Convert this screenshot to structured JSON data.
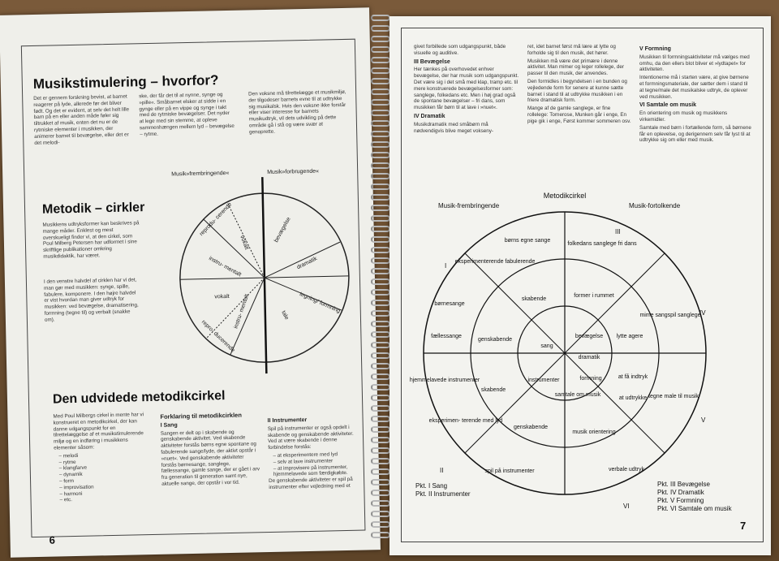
{
  "left_page": {
    "title_1": "Musikstimulering – hvorfor?",
    "intro_col1": "Det er gennem forskning bevist, at barnet reagerer på lyde, allerede før det bliver født. Og det er evident, at selv det helt lille barn på en eller anden måde føler sig tiltrukket af musik, enten det nu er de rytmiske elementer i musikken, der animerer barnet til bevægelse, eller det er det melodi-",
    "intro_col2": "ske, der får det til at nynne, synge og »pille«. Småbarnet elsker at sidde i en gynge eller på en vippe og synge i takt med de rytmiske bevægelser. Det nyder at lege med sin stemme, at opleve sammenhængen mellem lyd – bevægelse – rytme.",
    "intro_col3": "Den voksne må tilrettelægge et musikmiljø, der tilgodeser barnets evne til at udtrykke sig musikalsk. Hvis den voksne ikke forstår eller viser interesse for barnets musikudtryk, vil dets udvikling på dette område gå i stå og være svær at genoprette.",
    "title_2": "Metodik – cirkler",
    "metodik_text": "Musikkens udtryksformer kan beskrives på mange måder. Enklest og mest overskueligt finder vi, at den cirkel, som Poul Milberg Petersen har udformet i sine skriftlige publikationer omkring musikdidaktik, har været.",
    "metodik_text_2": "I den venstre halvdel af cirklen har vi det, man gør med musikken: synge, spille, fabulere, komponere. I den højre halvdel er vist hvordan man giver udtryk for musikken: ved bevægelse, dramatisering, formning (tegne til) og verbalt (snakke om).",
    "title_3": "Den udvidede metodikcirkel",
    "udvidede_text": "Med Poul Milbergs cirkel in mente har vi konstrueret en metodikcirkel, der kan danne udgangspunkt for en tilrettelæggelse af et musikstimulerende miljø og en indføring i musikkens elementer såsom:",
    "elements": [
      "melodi",
      "rytme",
      "klangfarve",
      "dynamik",
      "form",
      "improvisation",
      "harmoni",
      "etc."
    ],
    "forklaring_title": "Forklaring til metodikcirklen",
    "sang_title": "I Sang",
    "sang_text": "Sangen er delt op i skabende og genskabende aktivitet. Ved skabende aktiviteter forstås børns egne spontane og fabulerende sange/lyde, der aktivt opstår i »nuet«. Ved genskabende aktiviteter forstås børnesange, sanglege, fællessange, gamle sange, der er gået i arv fra generation til generation samt nye, aktuelle sange, der opstår i vor tid.",
    "instrumenter_title": "II Instrumenter",
    "instrumenter_text": "Spil på instrumenter er også opdelt i skabende og genskabende aktiviteter. Ved at være skabende i denne forbindelse forstås:",
    "instrumenter_items": [
      "at eksperimentere med lyd",
      "selv at lave instrumenter",
      "at improvisere på instrumenter, hjemmelavede som færdigkøbte."
    ],
    "instrumenter_text_2": "De genskabende aktiviteter er spil på instrumenter efter vejledning med et",
    "page_number": "6",
    "circle": {
      "label_left": "Musik»frembringende«",
      "label_right": "Musik»forbrugende«",
      "sector_labels": [
        "reprodu- cerende",
        "vokalt",
        "instru- mentalt",
        "vokalt",
        "repro- ducerende",
        "instru- mentalt",
        "bevægelse",
        "dramatik",
        "tegning/ formning",
        "tale"
      ]
    }
  },
  "right_page": {
    "col1_text": "givet forbillede som udgangspunkt, både visuelle og auditive.",
    "bev_title": "III Bevægelse",
    "bev_text": "Her tænkes på overhovedet enhver bevægelse, der har musik som udgangspunkt. Det være sig i det små med klap, tramp etc. til mere konstruerede bevægelsesformer som: sanglege, folkedans etc. Men i høj grad også de spontane bevægelser – fri dans, som musikken får børn til at lave i »nuet«.",
    "dram_title": "IV Dramatik",
    "dram_text": "Musikdramatik med småbørn må nødvendigvis blive meget vokseny-",
    "col2_text": "ret, idet barnet først må lære at lytte og forholde sig til den musik, det hører.",
    "col2_text_2": "Musikken må være det primære i denne aktivitet. Man mimer og leger rollelege, der passer til den musik, der anvendes.",
    "col2_text_3": "Den formidles i begyndelsen i en bunden og vejledende form for senere at kunne sætte barnet i stand til at udtrykke musikken i en friere dramatisk form.",
    "col2_text_4": "Mange af de gamle sanglege, er fine rollelege: Tornerose, Munken går i enge, En pige gik i enge, Først kommer sommeren osv.",
    "form_title": "V Formning",
    "form_text": "Musikken til formningsaktiviteter må vælges med omhu, da den ellers blot bliver et »lydtapet« for aktiviteten.",
    "form_text_2": "Intentionerne må i starten være, at give børnene et formningsmateriale, der sætter dem i stand til at tegne/male det musikalske udtryk, de oplever ved musikken.",
    "samtale_title": "VI Samtale om musik",
    "samtale_text": "En orientering om musik og musikkens virkemidler.",
    "samtale_text_2": "Samtale med børn i fortællende form, så børnene får en oplevelse, og derigennem selv får lyst til at udtrykke sig om eller med musik.",
    "page_number": "7",
    "diagram": {
      "title": "Metodikcirkel",
      "label_left": "Musik-frembringende",
      "label_right": "Musik-fortolkende",
      "roman": [
        "I",
        "II",
        "III",
        "IV",
        "V",
        "VI"
      ],
      "outer": [
        "børns egne sange",
        "eksperimenterende fabulerende",
        "børnesange",
        "fællessange",
        "hjemmelavede instrumenter",
        "eksperimen- terende med lyd",
        "spil på instrumenter",
        "folkedans sanglege fri dans",
        "mime sangspil sanglege",
        "tegne male til musik",
        "verbale udtryk"
      ],
      "middle": [
        "skabende",
        "genskabende",
        "skabende",
        "genskabende",
        "former i rummet",
        "lytte agere",
        "at få indtryk",
        "at udtrykke",
        "musik orientering"
      ],
      "inner": [
        "sang",
        "instrumenter",
        "bevægelse",
        "dramatik",
        "formning",
        "samtale om musik"
      ],
      "legend_left": [
        "Pkt. I Sang",
        "Pkt. II Instrumenter"
      ],
      "legend_right": [
        "Pkt. III Bevægelse",
        "Pkt. IV Dramatik",
        "Pkt. V Formning",
        "Pkt. VI Samtale om musik"
      ]
    }
  }
}
